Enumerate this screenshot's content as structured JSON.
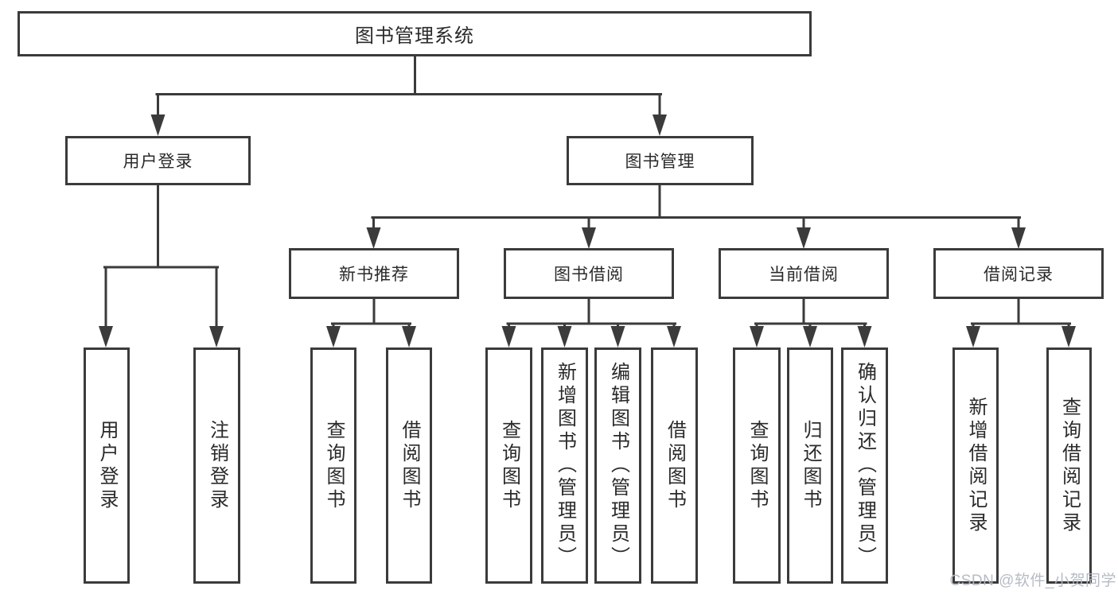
{
  "nodes": {
    "root": "图书管理系统",
    "user_login": "用户登录",
    "book_management": "图书管理",
    "new_book_recommendation": "新书推荐",
    "book_borrowing": "图书借阅",
    "current_borrowing": "当前借阅",
    "borrowing_records": "借阅记录"
  },
  "leaves": {
    "user_login": "用户登录",
    "logout": "注销登录",
    "newbook_query_books": "查询图书",
    "newbook_borrow_books": "借阅图书",
    "borrow_query_books": "查询图书",
    "borrow_add_books_admin": "新增图书（管理员）",
    "borrow_edit_books_admin": "编辑图书（管理员）",
    "borrow_borrow_books": "借阅图书",
    "current_query_books": "查询图书",
    "current_return_books": "归还图书",
    "current_confirm_return_admin": "确认归还（管理员）",
    "records_add_borrow_record": "新增借阅记录",
    "records_query_borrow_record": "查询借阅记录"
  },
  "watermark": "CSDN @软件_小贺同学",
  "colors": {
    "line": "#3b3b3b",
    "text": "#2a2a2a",
    "watermark": "#b2b7c2",
    "background": "#ffffff"
  }
}
